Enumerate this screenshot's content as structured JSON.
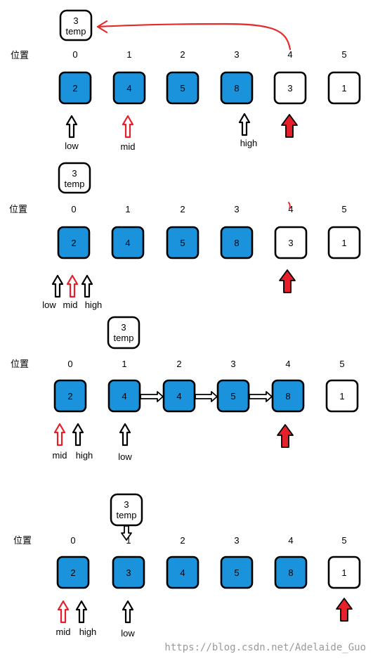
{
  "position_label": "位置",
  "temp_label": "temp",
  "watermark": "https://blog.csdn.net/Adelaide_Guo",
  "colors": {
    "filled": "#1a93dc",
    "empty": "#ffffff",
    "pointer_red": "#e5202a",
    "mid_text": "#e5202a",
    "arrow_line": "#e52b2b"
  },
  "panels": [
    {
      "temp_value": "3",
      "indices": [
        "0",
        "1",
        "2",
        "3",
        "4",
        "5"
      ],
      "cells": [
        {
          "value": "2",
          "filled": true
        },
        {
          "value": "4",
          "filled": true
        },
        {
          "value": "5",
          "filled": true
        },
        {
          "value": "8",
          "filled": true
        },
        {
          "value": "3",
          "filled": false
        },
        {
          "value": "1",
          "filled": false
        }
      ],
      "pointers": [
        {
          "label": "low",
          "color": "black"
        },
        {
          "label": "mid",
          "color": "red"
        },
        {
          "label": "high",
          "color": "black"
        },
        {
          "label": "",
          "color": "solid-red"
        }
      ]
    },
    {
      "temp_value": "3",
      "indices": [
        "0",
        "1",
        "2",
        "3",
        "4",
        "5"
      ],
      "cells": [
        {
          "value": "2",
          "filled": true
        },
        {
          "value": "4",
          "filled": true
        },
        {
          "value": "5",
          "filled": true
        },
        {
          "value": "8",
          "filled": true
        },
        {
          "value": "3",
          "filled": false
        },
        {
          "value": "1",
          "filled": false
        }
      ],
      "pointers": [
        {
          "label": "low",
          "color": "black"
        },
        {
          "label": "mid",
          "color": "red"
        },
        {
          "label": "high",
          "color": "black"
        },
        {
          "label": "",
          "color": "solid-red"
        }
      ]
    },
    {
      "temp_value": "3",
      "indices": [
        "0",
        "1",
        "2",
        "3",
        "4",
        "5"
      ],
      "cells": [
        {
          "value": "2",
          "filled": true
        },
        {
          "value": "4",
          "filled": true
        },
        {
          "value": "4",
          "filled": true
        },
        {
          "value": "5",
          "filled": true
        },
        {
          "value": "8",
          "filled": true
        },
        {
          "value": "1",
          "filled": false
        }
      ],
      "pointers": [
        {
          "label": "mid",
          "color": "red"
        },
        {
          "label": "high",
          "color": "black"
        },
        {
          "label": "low",
          "color": "black"
        },
        {
          "label": "",
          "color": "solid-red"
        }
      ]
    },
    {
      "temp_value": "3",
      "indices": [
        "0",
        "1",
        "2",
        "3",
        "4",
        "5"
      ],
      "cells": [
        {
          "value": "2",
          "filled": true
        },
        {
          "value": "3",
          "filled": true
        },
        {
          "value": "4",
          "filled": true
        },
        {
          "value": "5",
          "filled": true
        },
        {
          "value": "8",
          "filled": true
        },
        {
          "value": "1",
          "filled": false
        }
      ],
      "pointers": [
        {
          "label": "mid",
          "color": "red"
        },
        {
          "label": "high",
          "color": "black"
        },
        {
          "label": "low",
          "color": "black"
        },
        {
          "label": "",
          "color": "solid-red"
        }
      ]
    }
  ]
}
